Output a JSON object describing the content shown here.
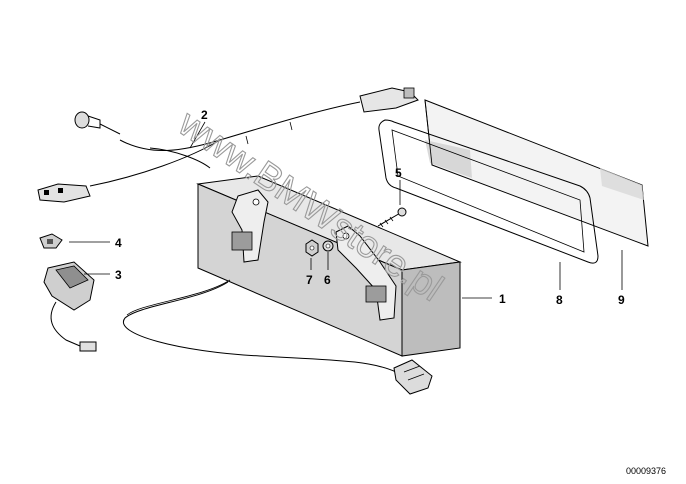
{
  "watermark": "www.BMWstore.pl",
  "document_id": "00009376",
  "callouts": [
    "1",
    "2",
    "3",
    "4",
    "5",
    "6",
    "7",
    "8",
    "9"
  ],
  "colors": {
    "ink": "#000000",
    "shade": "#bdbdbd",
    "body": "#d4d4d4",
    "watermark": "#9a9a9a"
  }
}
